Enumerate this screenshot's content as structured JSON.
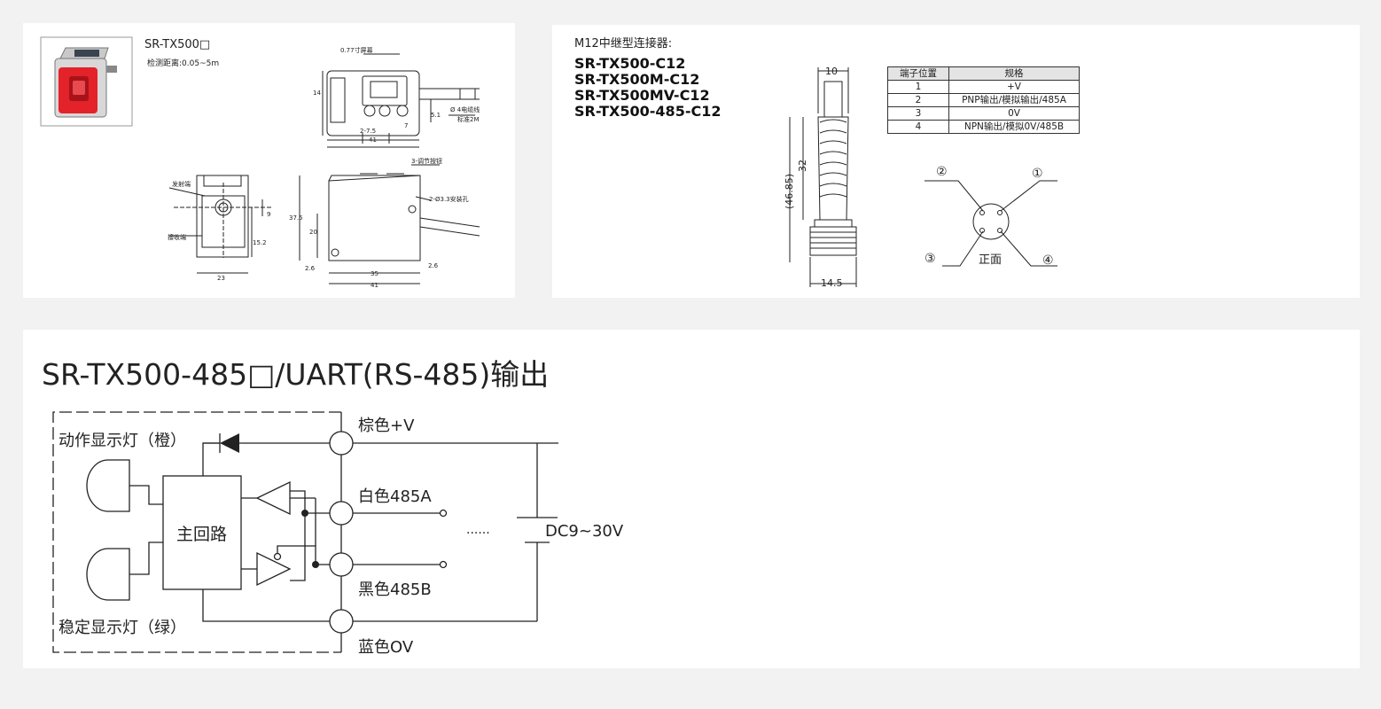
{
  "product": {
    "model": "SR-TX500□",
    "range_label": "检测距离:0.05~5m",
    "dims": {
      "screen": "0.77寸屏幕",
      "h14": "14",
      "cable": "Ø 4电缆线",
      "cable_len": "标准2M",
      "d51": "5.1",
      "d275": "2-7.5",
      "d7": "7",
      "d41_top": "41",
      "emitter": "发射端",
      "receiver": "接收端",
      "d9": "9",
      "d152": "15.2",
      "d23": "23",
      "buttons": "3-调节按钮",
      "holes": "2-Ø3.3安装孔",
      "d375": "37.5",
      "d20": "20",
      "d26a": "2.6",
      "d26b": "2.6",
      "d35": "35",
      "d41_side": "41"
    }
  },
  "connector": {
    "title": "M12中继型连接器:",
    "models": [
      "SR-TX500-C12",
      "SR-TX500M-C12",
      "SR-TX500MV-C12",
      "SR-TX500-485-C12"
    ],
    "dims": {
      "d10": "10",
      "d32": "32",
      "d4685": "(46.85)",
      "d145": "14.5"
    },
    "table": {
      "headers": [
        "端子位置",
        "规格"
      ],
      "rows": [
        [
          "1",
          "+V"
        ],
        [
          "2",
          "PNP输出/模拟输出/485A"
        ],
        [
          "3",
          "0V"
        ],
        [
          "4",
          "NPN输出/模拟0V/485B"
        ]
      ]
    },
    "pins": {
      "p1": "①",
      "p2": "②",
      "p3": "③",
      "p4": "④",
      "front": "正面"
    }
  },
  "wiring": {
    "title": "SR-TX500-485□/UART(RS-485)输出",
    "action_led": "动作显示灯（橙）",
    "stable_led": "稳定显示灯（绿）",
    "main_circuit": "主回路",
    "brown": "棕色+V",
    "white": "白色485A",
    "black": "黑色485B",
    "blue": "蓝色OV",
    "supply": "DC9~30V",
    "ellipsis": "......"
  }
}
